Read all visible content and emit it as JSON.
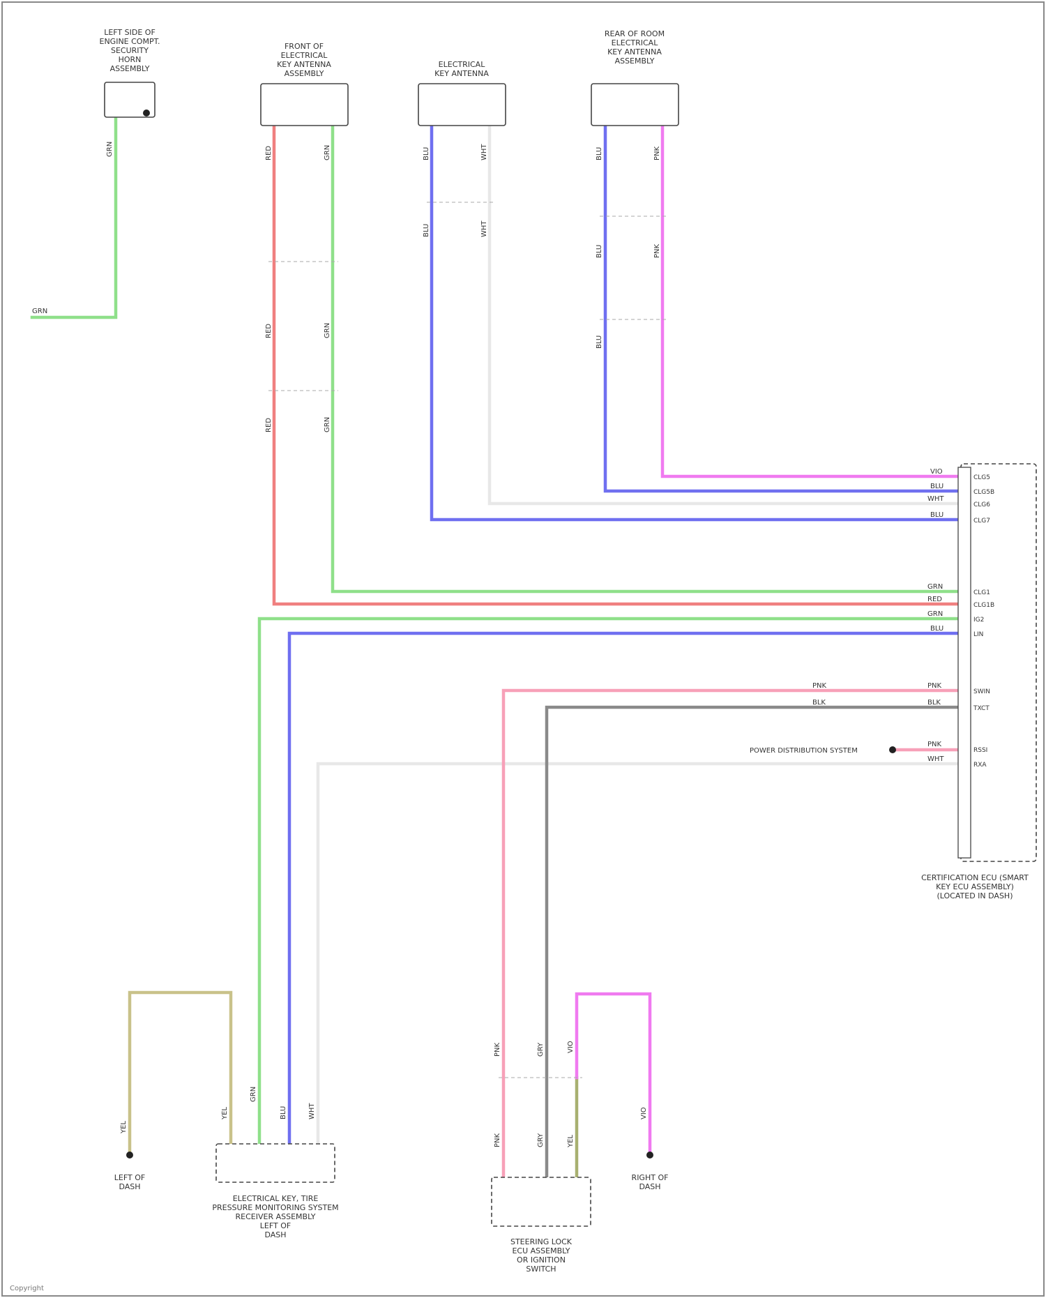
{
  "colors": {
    "green": "#8fe08a",
    "red": "#f08080",
    "blue": "#6f6ff0",
    "white": "#e8e8e8",
    "magenta": "#f07af0",
    "pink": "#f7a0b8",
    "gray": "#8a8a8a",
    "olive": "#c9c28a",
    "dark_olive": "#a8b070"
  },
  "components": {
    "door_lock": [
      "LEFT SIDE OF",
      "ENGINE COMPT.",
      "SECURITY",
      "HORN",
      "ASSEMBLY"
    ],
    "front_antenna": [
      "FRONT OF",
      "ELECTRICAL",
      "KEY ANTENNA",
      "ASSEMBLY"
    ],
    "inside_antenna": [
      "ELECTRICAL",
      "KEY ANTENNA"
    ],
    "rear_antenna": [
      "REAR OF ROOM",
      "ELECTRICAL",
      "KEY ANTENNA",
      "ASSEMBLY"
    ],
    "ecu": [
      "CERTIFICATION ECU (SMART",
      "KEY ECU ASSEMBLY)",
      "(LOCATED IN DASH)"
    ],
    "tpms": [
      "ELECTRICAL KEY, TIRE",
      "PRESSURE MONITORING SYSTEM",
      "RECEIVER ASSEMBLY",
      "LEFT OF",
      "DASH"
    ],
    "steering_lock": [
      "STEERING LOCK",
      "ECU ASSEMBLY",
      "OR IGNITION",
      "SWITCH"
    ],
    "ground_left": [
      "LEFT OF",
      "DASH"
    ],
    "ground_right": [
      "RIGHT OF",
      "DASH"
    ]
  },
  "wire_codes": {
    "grn": "GRN",
    "red": "RED",
    "blu": "BLU",
    "wht": "WHT",
    "pnk": "PNK",
    "gry": "GRY",
    "yel": "YEL",
    "vio": "VIO",
    "blk": "BLK"
  },
  "pins": {
    "ecu": [
      "CLG5",
      "CLG5B",
      "CLG6",
      "CLG7",
      "CLG1",
      "CLG1B",
      "IG2",
      "LIN",
      "SWIN",
      "TXCT",
      "RSSI",
      "RXA"
    ]
  },
  "notes": {
    "power_distribution": "POWER DISTRIBUTION SYSTEM"
  },
  "footer": "Copyright"
}
